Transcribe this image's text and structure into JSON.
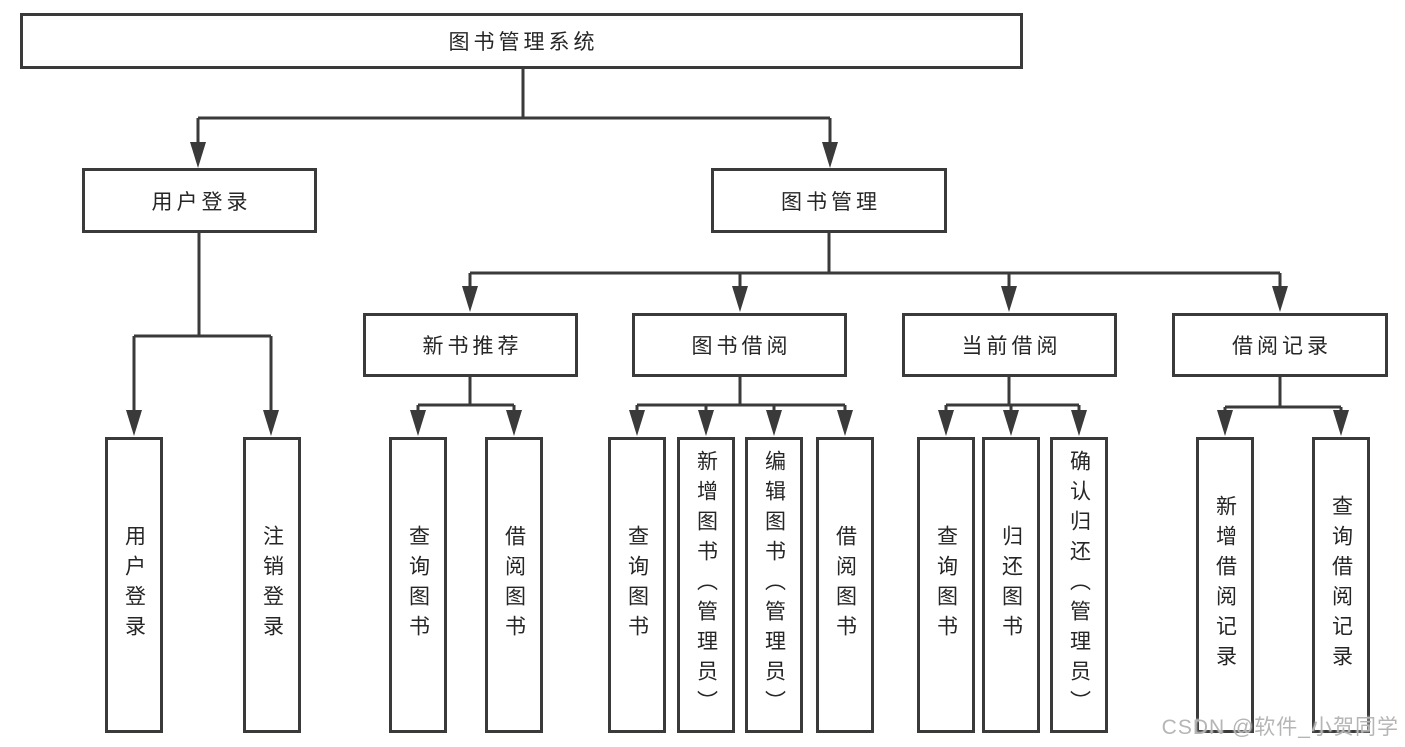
{
  "diagram": {
    "root": {
      "label": "图书管理系统"
    },
    "groups": [
      {
        "label": "用户登录",
        "leaves": [
          {
            "label": "用户登录"
          },
          {
            "label": "注销登录"
          }
        ]
      },
      {
        "label": "图书管理",
        "sections": [
          {
            "label": "新书推荐",
            "leaves": [
              {
                "label": "查询图书"
              },
              {
                "label": "借阅图书"
              }
            ]
          },
          {
            "label": "图书借阅",
            "leaves": [
              {
                "label": "查询图书"
              },
              {
                "label": "新增图书（管理员）"
              },
              {
                "label": "编辑图书（管理员）"
              },
              {
                "label": "借阅图书"
              }
            ]
          },
          {
            "label": "当前借阅",
            "leaves": [
              {
                "label": "查询图书"
              },
              {
                "label": "归还图书"
              },
              {
                "label": "确认归还（管理员）"
              }
            ]
          },
          {
            "label": "借阅记录",
            "leaves": [
              {
                "label": "新增借阅记录"
              },
              {
                "label": "查询借阅记录"
              }
            ]
          }
        ]
      }
    ]
  },
  "watermark": {
    "text": "CSDN @软件_小贺同学"
  },
  "colors": {
    "line": "#3a3a3a",
    "box_border": "#3a3a3a",
    "box_bg": "#ffffff",
    "text": "#262626",
    "watermark": "#b5b5b5",
    "background": "#ffffff"
  }
}
